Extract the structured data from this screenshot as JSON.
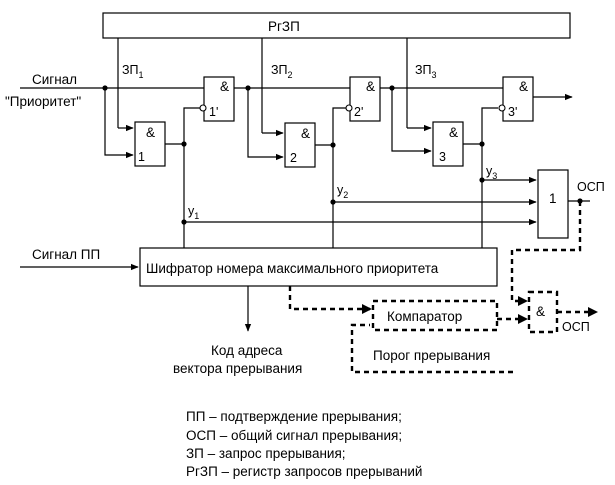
{
  "register": {
    "label": "РгЗП"
  },
  "request_lines": [
    {
      "base": "ЗП",
      "sub": "1"
    },
    {
      "base": "ЗП",
      "sub": "2"
    },
    {
      "base": "ЗП",
      "sub": "3"
    }
  ],
  "inputs": {
    "signal_line1": "Сигнал",
    "signal_line2": "\"Приоритет\"",
    "ack_signal": "Сигнал ПП"
  },
  "gates": {
    "and_symbol": "&",
    "or_symbol": "1",
    "stage1": [
      "1",
      "2",
      "3"
    ],
    "stage2": [
      "1'",
      "2'",
      "3'"
    ]
  },
  "outputs_y": [
    {
      "base": "y",
      "sub": "1"
    },
    {
      "base": "y",
      "sub": "2"
    },
    {
      "base": "y",
      "sub": "3"
    }
  ],
  "encoder": {
    "label": "Шифратор номера максимального приоритета"
  },
  "comparator": {
    "label": "Компаратор"
  },
  "threshold": {
    "label": "Порог прерывания"
  },
  "vector_output": {
    "line1": "Код адреса",
    "line2": "вектора прерывания"
  },
  "osp_labels": {
    "or_output": "ОСП",
    "and_output": "ОСП"
  },
  "legend": [
    "ПП – подтверждение прерывания;",
    "ОСП – общий сигнал прерывания;",
    "ЗП – запрос прерывания;",
    "РгЗП – регистр запросов прерываний"
  ]
}
